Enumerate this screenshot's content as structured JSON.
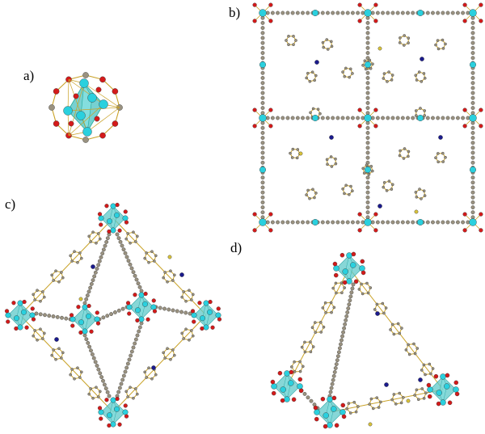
{
  "panels": {
    "a": {
      "label": "a)"
    },
    "b": {
      "label": "b)"
    },
    "c": {
      "label": "c)"
    },
    "d": {
      "label": "d)"
    }
  },
  "colors": {
    "metal": "#2ad0de",
    "polyhedron": "#5fc9c9",
    "oxygen": "#d41a1a",
    "carbon": "#9a9280",
    "hydrogen": "#d9c9a0",
    "nitrogen": "#1a1a8c",
    "sulfur": "#d8c23a",
    "bond": "#c9a227"
  }
}
